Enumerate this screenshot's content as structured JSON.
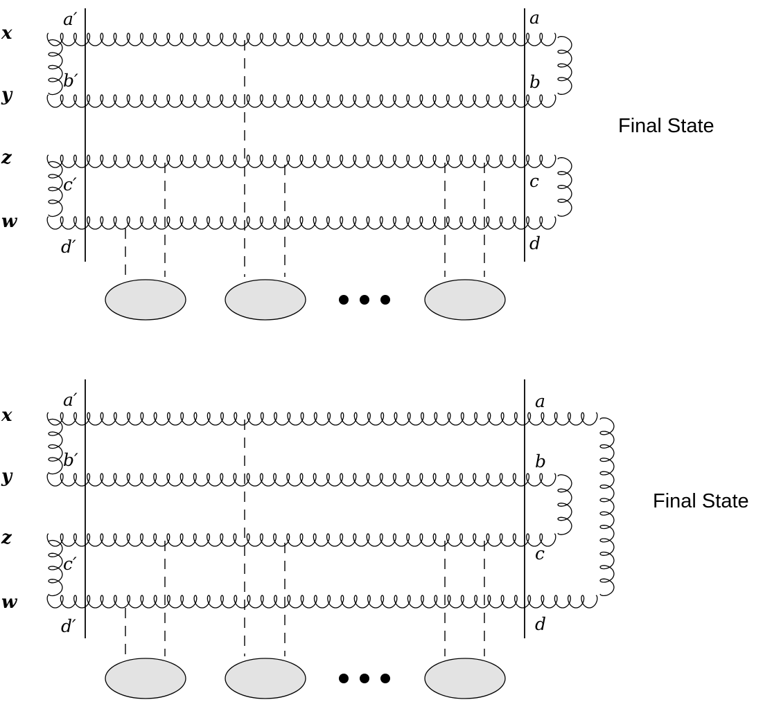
{
  "panels": [
    {
      "id": "top",
      "row_labels": [
        "x",
        "y",
        "z",
        "w"
      ],
      "left_color_labels": [
        "a′",
        "b′",
        "c′",
        "d′"
      ],
      "right_color_labels": [
        "a",
        "b",
        "c",
        "d"
      ],
      "final_state_label": "Final State"
    },
    {
      "id": "bottom",
      "row_labels": [
        "x",
        "y",
        "z",
        "w"
      ],
      "left_color_labels": [
        "a′",
        "b′",
        "c′",
        "d′"
      ],
      "right_color_labels": [
        "a",
        "b",
        "c",
        "d"
      ],
      "final_state_label": "Final State"
    }
  ]
}
